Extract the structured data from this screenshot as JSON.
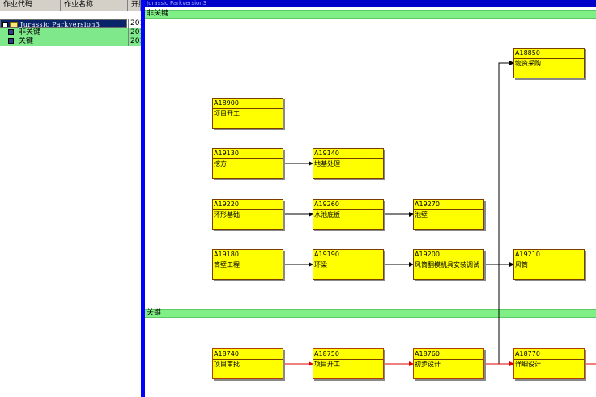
{
  "left_pane": {
    "columns": [
      "作业代码",
      "作业名称",
      "开始"
    ],
    "project": {
      "name": "Jurassic Parkversion3",
      "start": "201"
    },
    "groups": [
      {
        "label": "非关键",
        "start": "201"
      },
      {
        "label": "关键",
        "start": "201"
      }
    ]
  },
  "right_pane": {
    "title_strip": "Jurassic Parkversion3",
    "bands": [
      "非关键",
      "关键"
    ]
  },
  "activities": {
    "A18900": {
      "id": "A18900",
      "name": "项目开工"
    },
    "A19130": {
      "id": "A19130",
      "name": "挖方"
    },
    "A19140": {
      "id": "A19140",
      "name": "地基处理"
    },
    "A19220": {
      "id": "A19220",
      "name": "环形基础"
    },
    "A19260": {
      "id": "A19260",
      "name": "水池底板"
    },
    "A19270": {
      "id": "A19270",
      "name": "池壁"
    },
    "A19180": {
      "id": "A19180",
      "name": "筒壁工程"
    },
    "A19190": {
      "id": "A19190",
      "name": "环梁"
    },
    "A19200": {
      "id": "A19200",
      "name": "风筒翻模机具安装调试"
    },
    "A19210": {
      "id": "A19210",
      "name": "风筒"
    },
    "A18850": {
      "id": "A18850",
      "name": "物资采购"
    },
    "A18740": {
      "id": "A18740",
      "name": "项目审批"
    },
    "A18750": {
      "id": "A18750",
      "name": "项目开工"
    },
    "A18760": {
      "id": "A18760",
      "name": "初步设计"
    },
    "A18770": {
      "id": "A18770",
      "name": "详细设计"
    }
  },
  "colors": {
    "band": "#80ef85",
    "activity": "#ffff00",
    "link": "#000000",
    "critical_link": "#e00000",
    "splitter": "#0000ff"
  }
}
